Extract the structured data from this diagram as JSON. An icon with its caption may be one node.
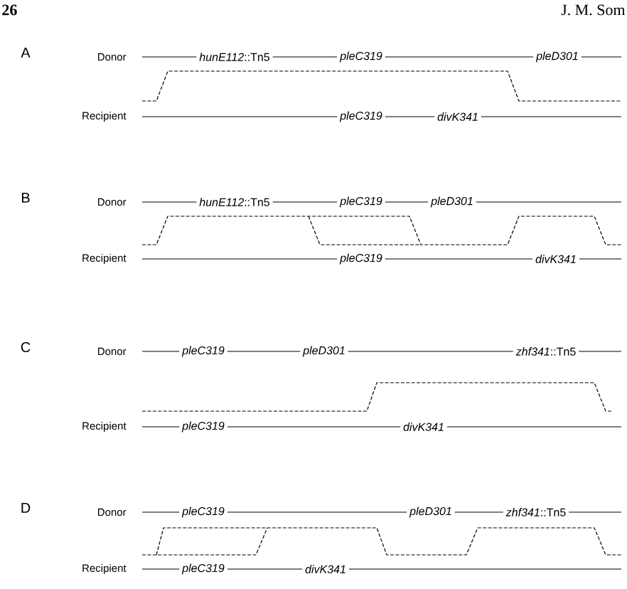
{
  "diagram": {
    "labels": [
      "26",
      "J. M. Som",
      "A",
      "Donor",
      "*hunE112*::Tn5",
      "pleC319",
      "pleD301",
      "Recipient",
      "pleC319",
      "divK341",
      "B",
      "Donor",
      "*hunE112*::Tn5",
      "pleC319",
      "pleD301",
      "Recipient",
      "pleC319",
      "divK341",
      "C",
      "Donor",
      "pleC319",
      "pleD301",
      "*zhf341*::Tn5",
      "Recipient",
      "pleC319",
      "divK341",
      "D",
      "Donor",
      "pleC319",
      "pleD301",
      "*zhf341*::Tn5",
      "Recipient",
      "pleC319",
      "divK341"
    ]
  }
}
